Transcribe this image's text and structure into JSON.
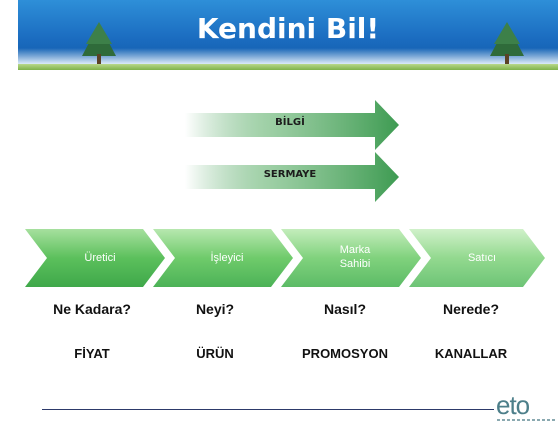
{
  "header": {
    "title": "Kendini Bil!"
  },
  "flows": [
    {
      "label": "BİLGİ"
    },
    {
      "label": "SERMAYE"
    }
  ],
  "chain": [
    {
      "label": "Üretici",
      "question": "Ne Kadara?",
      "answer": "FİYAT"
    },
    {
      "label": "İşleyici",
      "question": "Neyi?",
      "answer": "ÜRÜN"
    },
    {
      "label": "Marka\nSahibi",
      "question": "Nasıl?",
      "answer": "PROMOSYON"
    },
    {
      "label": "Satıcı",
      "question": "Nerede?",
      "answer": "KANALLAR"
    }
  ],
  "logo": {
    "text": "eto"
  },
  "colors": {
    "chevron": "#5cc05c",
    "arrow": "#3e9b52",
    "header": "#1b6cc0"
  }
}
